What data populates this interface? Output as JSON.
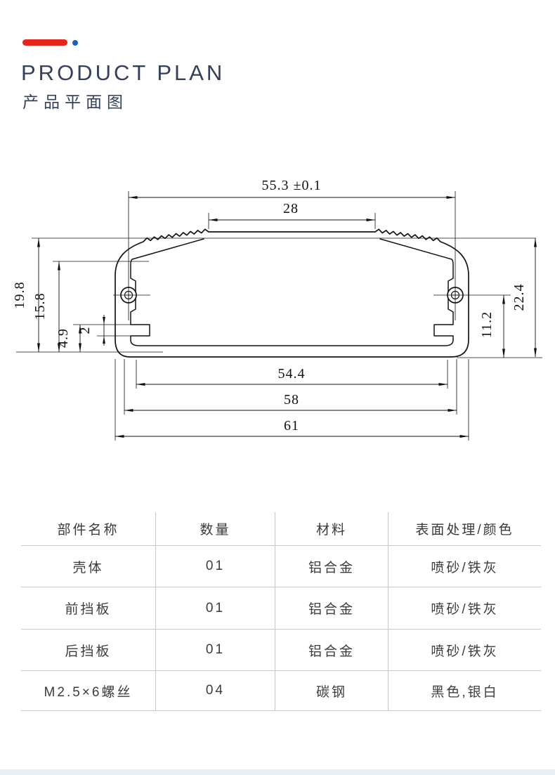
{
  "page": {
    "accent_red": "#e8231a",
    "accent_blue": "#1565c0",
    "footer_bar_color": "#e9eff5"
  },
  "header": {
    "title": "PRODUCT PLAN",
    "subtitle": "产品平面图"
  },
  "drawing": {
    "description": "cross-section of extruded aluminum enclosure with dimensions",
    "dim_boss_span": "55.3 ±0.1",
    "dim_top_flat": "28",
    "dim_left_total": "19.8",
    "dim_left_inner": "15.8",
    "dim_left_step": "4.9",
    "dim_left_groove": "2",
    "dim_right_total": "22.4",
    "dim_right_boss": "11.2",
    "dim_bottom_inner": "54.4",
    "dim_bottom_mid": "58",
    "dim_bottom_total": "61"
  },
  "table": {
    "headers": [
      "部件名称",
      "数量",
      "材料",
      "表面处理/颜色"
    ],
    "rows": [
      [
        "壳体",
        "01",
        "铝合金",
        "喷砂/铁灰"
      ],
      [
        "前挡板",
        "01",
        "铝合金",
        "喷砂/铁灰"
      ],
      [
        "后挡板",
        "01",
        "铝合金",
        "喷砂/铁灰"
      ],
      [
        "M2.5×6螺丝",
        "04",
        "碳钢",
        "黑色,银白"
      ]
    ]
  }
}
